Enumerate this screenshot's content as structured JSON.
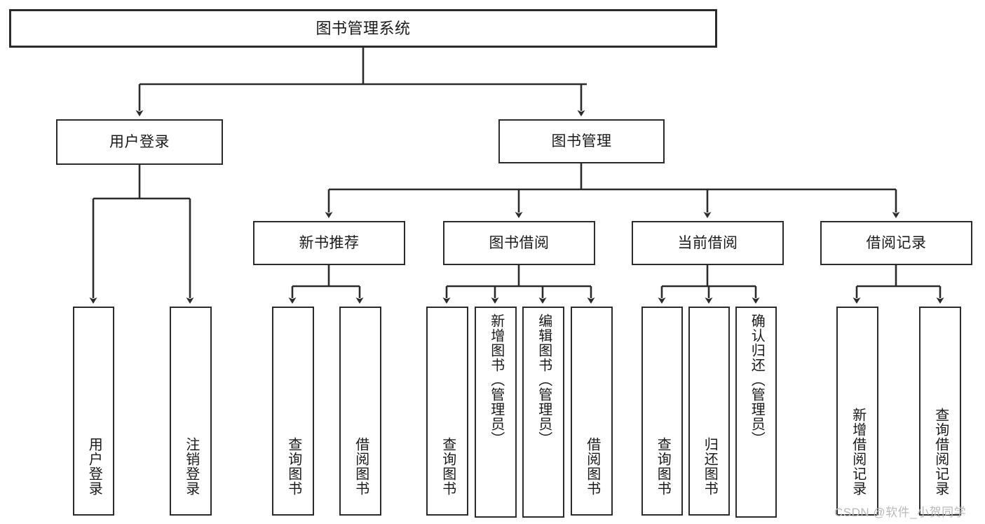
{
  "diagram": {
    "title": "图书管理系统",
    "type": "function-structure-tree",
    "watermark": "CSDN @软件_小贺同学",
    "colors": {
      "stroke": "#2b2b2b",
      "fill": "#ffffff",
      "text": "#1a1a1a",
      "watermark": "#b9b9b9"
    },
    "nodes": {
      "root": "图书管理系统",
      "level2": [
        "用户登录",
        "图书管理"
      ],
      "level3": [
        "新书推荐",
        "图书借阅",
        "当前借阅",
        "借阅记录"
      ],
      "leaves": {
        "user_login": [
          "用户登录",
          "注销登录"
        ],
        "new_book_recommend": [
          "查询图书",
          "借阅图书"
        ],
        "book_borrow": [
          "查询图书",
          "新增图书（管理员）",
          "编辑图书（管理员）",
          "借阅图书"
        ],
        "current_borrow": [
          "查询图书",
          "归还图书",
          "确认归还（管理员）"
        ],
        "borrow_record": [
          "新增借阅记录",
          "查询借阅记录"
        ]
      }
    }
  }
}
